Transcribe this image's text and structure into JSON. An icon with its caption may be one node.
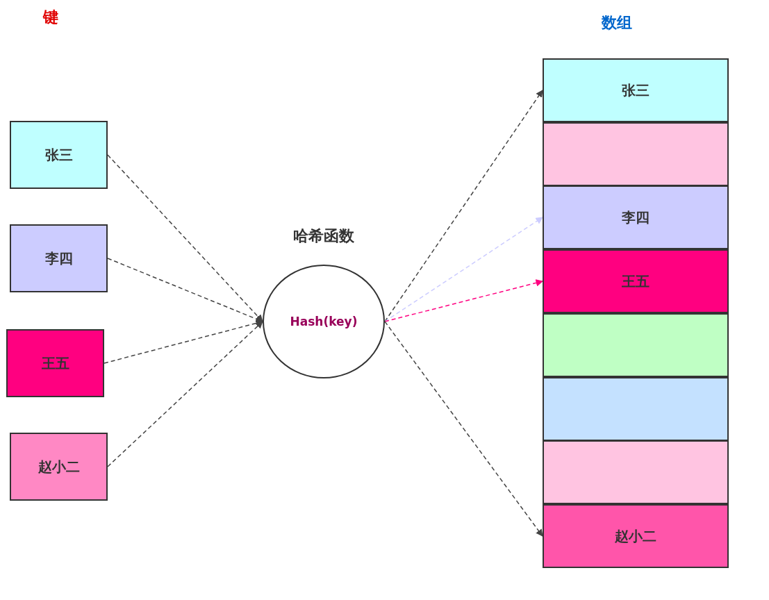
{
  "diagram": {
    "nodes": [
      {
        "text": [
          "张三"
        ]
      },
      {
        "text": [
          "李四"
        ]
      },
      {
        "text": [
          "王五"
        ]
      },
      {
        "text": [
          "赵小二"
        ]
      },
      {
        "text": [
          "Hash(key)"
        ],
        "beside": [
          "哈希函数"
        ]
      },
      {
        "text": [
          "张三"
        ]
      },
      {
        "text": [],
        "shape": "box"
      },
      {
        "text": [
          "李四"
        ]
      },
      {
        "text": [
          "王五"
        ]
      },
      {
        "text": [],
        "shape": "box"
      },
      {
        "text": [],
        "shape": "box"
      },
      {
        "text": [],
        "shape": "box"
      },
      {
        "text": [
          "赵小二"
        ]
      }
    ],
    "edges": [
      {
        "from": 0,
        "to": 4,
        "arrow": "to",
        "style": "dashed"
      },
      {
        "from": 1,
        "to": 4,
        "arrow": "to",
        "style": "dashed"
      },
      {
        "from": 2,
        "to": 4,
        "arrow": "to",
        "style": "dashed"
      },
      {
        "from": 3,
        "to": 4,
        "arrow": "to",
        "style": "dashed"
      },
      {
        "from": 4,
        "to": 5,
        "arrow": "to",
        "style": "dashed"
      },
      {
        "from": 4,
        "to": 7,
        "arrow": "to",
        "style": "dashed",
        "color": "#ccccff"
      },
      {
        "from": 4,
        "to": 8,
        "arrow": "to",
        "style": "dashed",
        "color": "#ff0080"
      },
      {
        "from": 4,
        "to": 12,
        "arrow": "to",
        "style": "dashed"
      }
    ],
    "labels": [
      "键",
      "数组"
    ]
  }
}
